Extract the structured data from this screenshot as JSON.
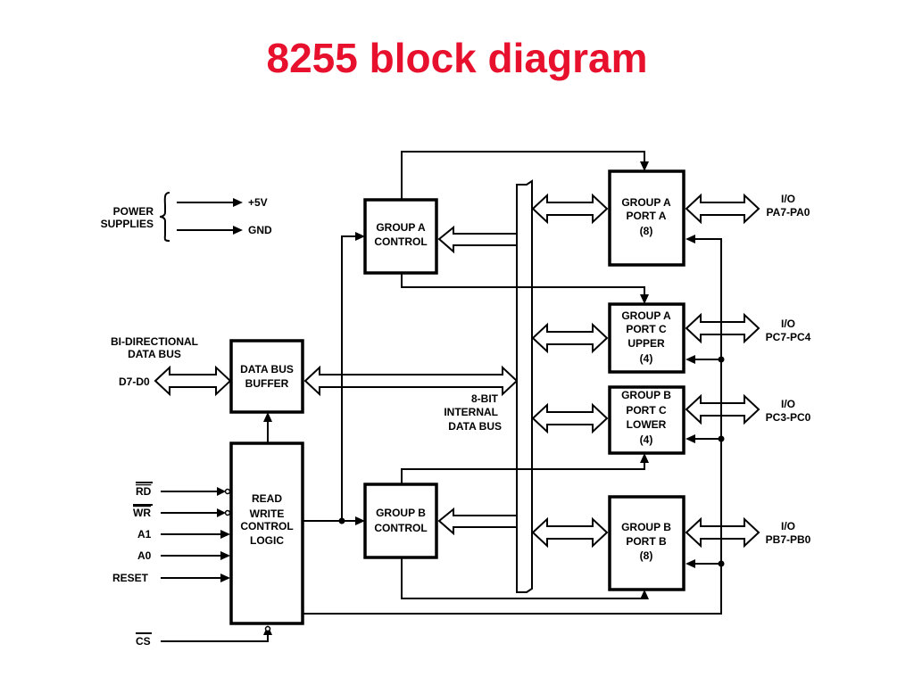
{
  "title": "8255 block diagram",
  "diagram": {
    "power": {
      "label_line1": "POWER",
      "label_line2": "SUPPLIES",
      "vcc": "+5V",
      "gnd": "GND"
    },
    "data_bus": {
      "label_line1": "BI-DIRECTIONAL",
      "label_line2": "DATA BUS",
      "pins": "D7-D0"
    },
    "blocks": {
      "data_bus_buffer": [
        "DATA BUS",
        "BUFFER"
      ],
      "rw_control": [
        "READ",
        "WRITE",
        "CONTROL",
        "LOGIC"
      ],
      "group_a_control": [
        "GROUP A",
        "CONTROL"
      ],
      "group_b_control": [
        "GROUP B",
        "CONTROL"
      ],
      "port_a": [
        "GROUP A",
        "PORT A",
        "(8)"
      ],
      "port_c_upper": [
        "GROUP A",
        "PORT C",
        "UPPER",
        "(4)"
      ],
      "port_c_lower": [
        "GROUP B",
        "PORT C",
        "LOWER",
        "(4)"
      ],
      "port_b": [
        "GROUP B",
        "PORT B",
        "(8)"
      ]
    },
    "internal_bus": [
      "8-BIT",
      "INTERNAL",
      "DATA BUS"
    ],
    "control_inputs": [
      "RD",
      "WR",
      "A1",
      "A0",
      "RESET"
    ],
    "chip_select": "CS",
    "io": {
      "label": "I/O",
      "port_a": "PA7-PA0",
      "port_c_upper": "PC7-PC4",
      "port_c_lower": "PC3-PC0",
      "port_b": "PB7-PB0"
    }
  }
}
